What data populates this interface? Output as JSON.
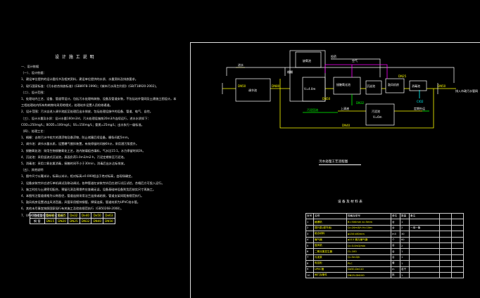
{
  "notes": {
    "title": "设 计 施 工 说 明",
    "lines": [
      "一、设计依据",
      "（一）、设计依据：",
      "1、建设单位提供的设计委托书及相关资料，建设单位提供的水质、水量资料及排放要求。",
      "2、现行国家标准：《污水综合排放标准》(GB8978-1996)；《城市污水再生利用》(GB/T18920-2002)。",
      "（二）、设计范围：",
      "1、处理站内工艺、设备、管道等设计，包括污水处理构筑物、设备及管道安装，不包括站外管网及土建施工图设计。本",
      "工程处理站内所有构筑物均采用地埋式，处理站外设置人员检修通道。",
      "2、设计范围：污水自进入调节池起至处理后出水排放，包括处理设施中的设备、管道、电气、自控。",
      "（三）、设计水量及水质：设计水量160m3/d，污水处理设施按20m3/h连续运行，进水水质如下：",
      "COD=250mg/L；BOD5=100mg/L；SS=150mg/L；氨氮=25mg/L；出水执行一级标准。",
      "（四）、处理工艺：",
      "1、格栅：去除污水中较大的漂浮物及悬浮物，防止堵塞后续设备，栅条间距5mm。",
      "2、调节池：调节水量水质，设置曝气搅拌装置，有效停留时间按6h计，采用潜污泵提升。",
      "3、接触氧化池：采用生物接触氧化工艺，池内装填组合填料，气水比15:1，水力停留时间3h。",
      "4、沉淀池：采用竖流式沉淀池，表面负荷1.0m3/m2·h，污泥定期排至污泥池。",
      "5、消毒池：采用二氧化氯消毒，接触时间不小于30min，消毒后出水达标排放。",
      "（五）、其他说明",
      "1、图中尺寸以毫米计，标高以米计，相对标高±0.000相当于绝对标高，由现场确定。",
      "2、设备安装完毕应进行单机调试及联动调试，各种管道在安装完毕后应进行试压试验，合格后方可投入运行。",
      "3、施工时应与土建密切配合，预留孔洞及预埋件应准确无误，设备基础待设备到货后核实尺寸再施工。",
      "4、本图所注管道规格为公称直径，管道连接采用法兰连接或粘接，管道支架间距按规范执行。",
      "5、鼓风机房设置进出风消音器，风管采用镀锌钢管，焊接连接，管道材质为UPVC给水管。",
      "6、其他未尽事宜按照国家现行有关施工及验收规范执行（GB50268-2008）。",
      "7、UPVC管道与钢管外径对照表："
    ]
  },
  "pipe_table": {
    "row1": [
      "UPVC管",
      "De20",
      "De25",
      "De32",
      "De40",
      "De50",
      "De63"
    ],
    "row2": [
      "钢 管",
      "DN15",
      "DN20",
      "DN25",
      "DN32",
      "DN40",
      "DN50"
    ]
  },
  "flow": {
    "caption": "污水处理工艺流程图",
    "boxes": {
      "screen": "格栅",
      "regulating": "调节池",
      "anoxic": "缺氧池",
      "anoxic_sub": "V=4.0m",
      "contact": "接触氧化池",
      "sedimentation": "沉淀池",
      "disinfection": "消毒池",
      "sludge": "污泥池",
      "sludge_sub": "V=6m",
      "blower": "鼓风机房",
      "clo2": "ClO2"
    },
    "labels": {
      "inflow": "进水",
      "outflow": "排入市政污水管网",
      "air": "空气",
      "reflux": "污泥回流",
      "supernatant": "上清液",
      "sludge_out": "定期外运",
      "dose": "投药",
      "pipe1": "DN50",
      "pipe2": "DN80",
      "pipe3": "DN40",
      "pipe4": "DN50",
      "pipe5": "DN50",
      "pipe6": "DN32",
      "pipe7": "DN25"
    },
    "colors": {
      "water": "#ffff00",
      "air": "#ff00ff",
      "sludge": "#00ff00",
      "frame": "#ffffff"
    }
  },
  "equipment": {
    "title": "设 备 及 材 料 表",
    "headers": [
      "序号",
      "名称",
      "规格及型号",
      "单位",
      "数量",
      "备注",
      "",
      ""
    ],
    "rows": [
      [
        "1",
        "格栅机",
        "B=500mm b=5mm",
        "台",
        "1",
        "",
        "",
        ""
      ],
      [
        "2",
        "提升泵(调节池)",
        "Q=20m3/h H=10m",
        "台",
        "2",
        "一用一备",
        "",
        ""
      ],
      [
        "3",
        "组合填料",
        "φ150×80mm",
        "m3",
        "30",
        "",
        "",
        ""
      ],
      [
        "4",
        "曝气器",
        "φ215 微孔曝气器",
        "个",
        "60",
        "",
        "",
        ""
      ],
      [
        "5",
        "鼓风机",
        "Q=3.0m3/min",
        "台",
        "2",
        "",
        "",
        ""
      ],
      [
        "6",
        "二氧化氯发生器",
        "CL-100",
        "台",
        "1",
        "",
        "",
        ""
      ],
      [
        "7",
        "污泥泵",
        "Q=5m3/h",
        "台",
        "1",
        "",
        "",
        ""
      ],
      [
        "8",
        "电控柜",
        "PLC",
        "套",
        "1",
        "",
        "",
        ""
      ],
      [
        "9",
        "UPVC管",
        "De50-De110",
        "m",
        "若干",
        "",
        "",
        ""
      ],
      [
        "10",
        "阀门及管件",
        "DN25-DN100",
        "批",
        "1",
        "",
        "",
        ""
      ]
    ]
  }
}
